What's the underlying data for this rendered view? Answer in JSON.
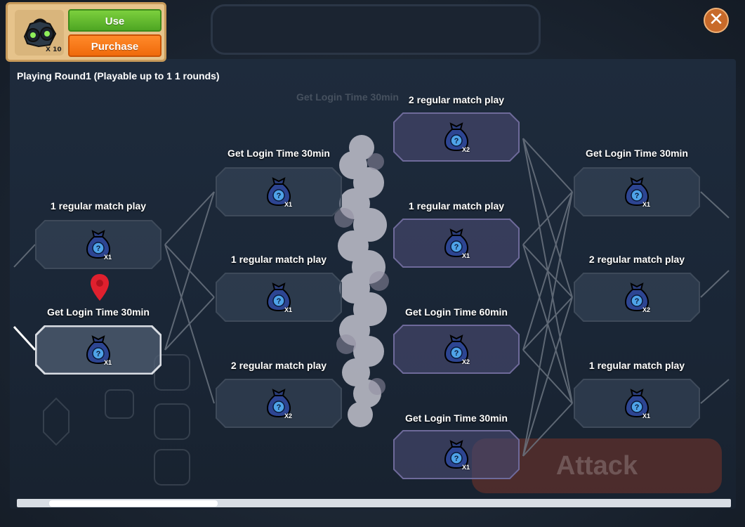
{
  "header": {
    "item_count": "X 10",
    "use_label": "Use",
    "purchase_label": "Purchase",
    "close_glyph": "✕"
  },
  "round_info": "Playing Round1 (Playable up to 1 1 rounds)",
  "ghost_label": "Get Login Time 30min",
  "attack_label": "Attack",
  "nodes": [
    {
      "label": "1 regular match play",
      "mult": "X1"
    },
    {
      "label": "Get Login Time 30min",
      "mult": "X1"
    },
    {
      "label": "Get Login Time 30min",
      "mult": "X1"
    },
    {
      "label": "1 regular match play",
      "mult": "X1"
    },
    {
      "label": "2 regular match play",
      "mult": "X2"
    },
    {
      "label": "2 regular match play",
      "mult": "X2"
    },
    {
      "label": "1 regular match play",
      "mult": "X1"
    },
    {
      "label": "Get Login Time 60min",
      "mult": "X2"
    },
    {
      "label": "Get Login Time 30min",
      "mult": "X1"
    },
    {
      "label": "Get Login Time 30min",
      "mult": "X1"
    },
    {
      "label": "2 regular match play",
      "mult": "X2"
    },
    {
      "label": "1 regular match play",
      "mult": "X1"
    }
  ],
  "icons": {
    "item": "binoculars-icon",
    "reward": "mystery-bag-icon",
    "marker": "location-pin-icon",
    "close": "close-icon"
  },
  "colors": {
    "use": "#5cb82e",
    "purchase": "#f37413",
    "pin": "#e0202e",
    "current_node_border": "#d9dde3"
  }
}
